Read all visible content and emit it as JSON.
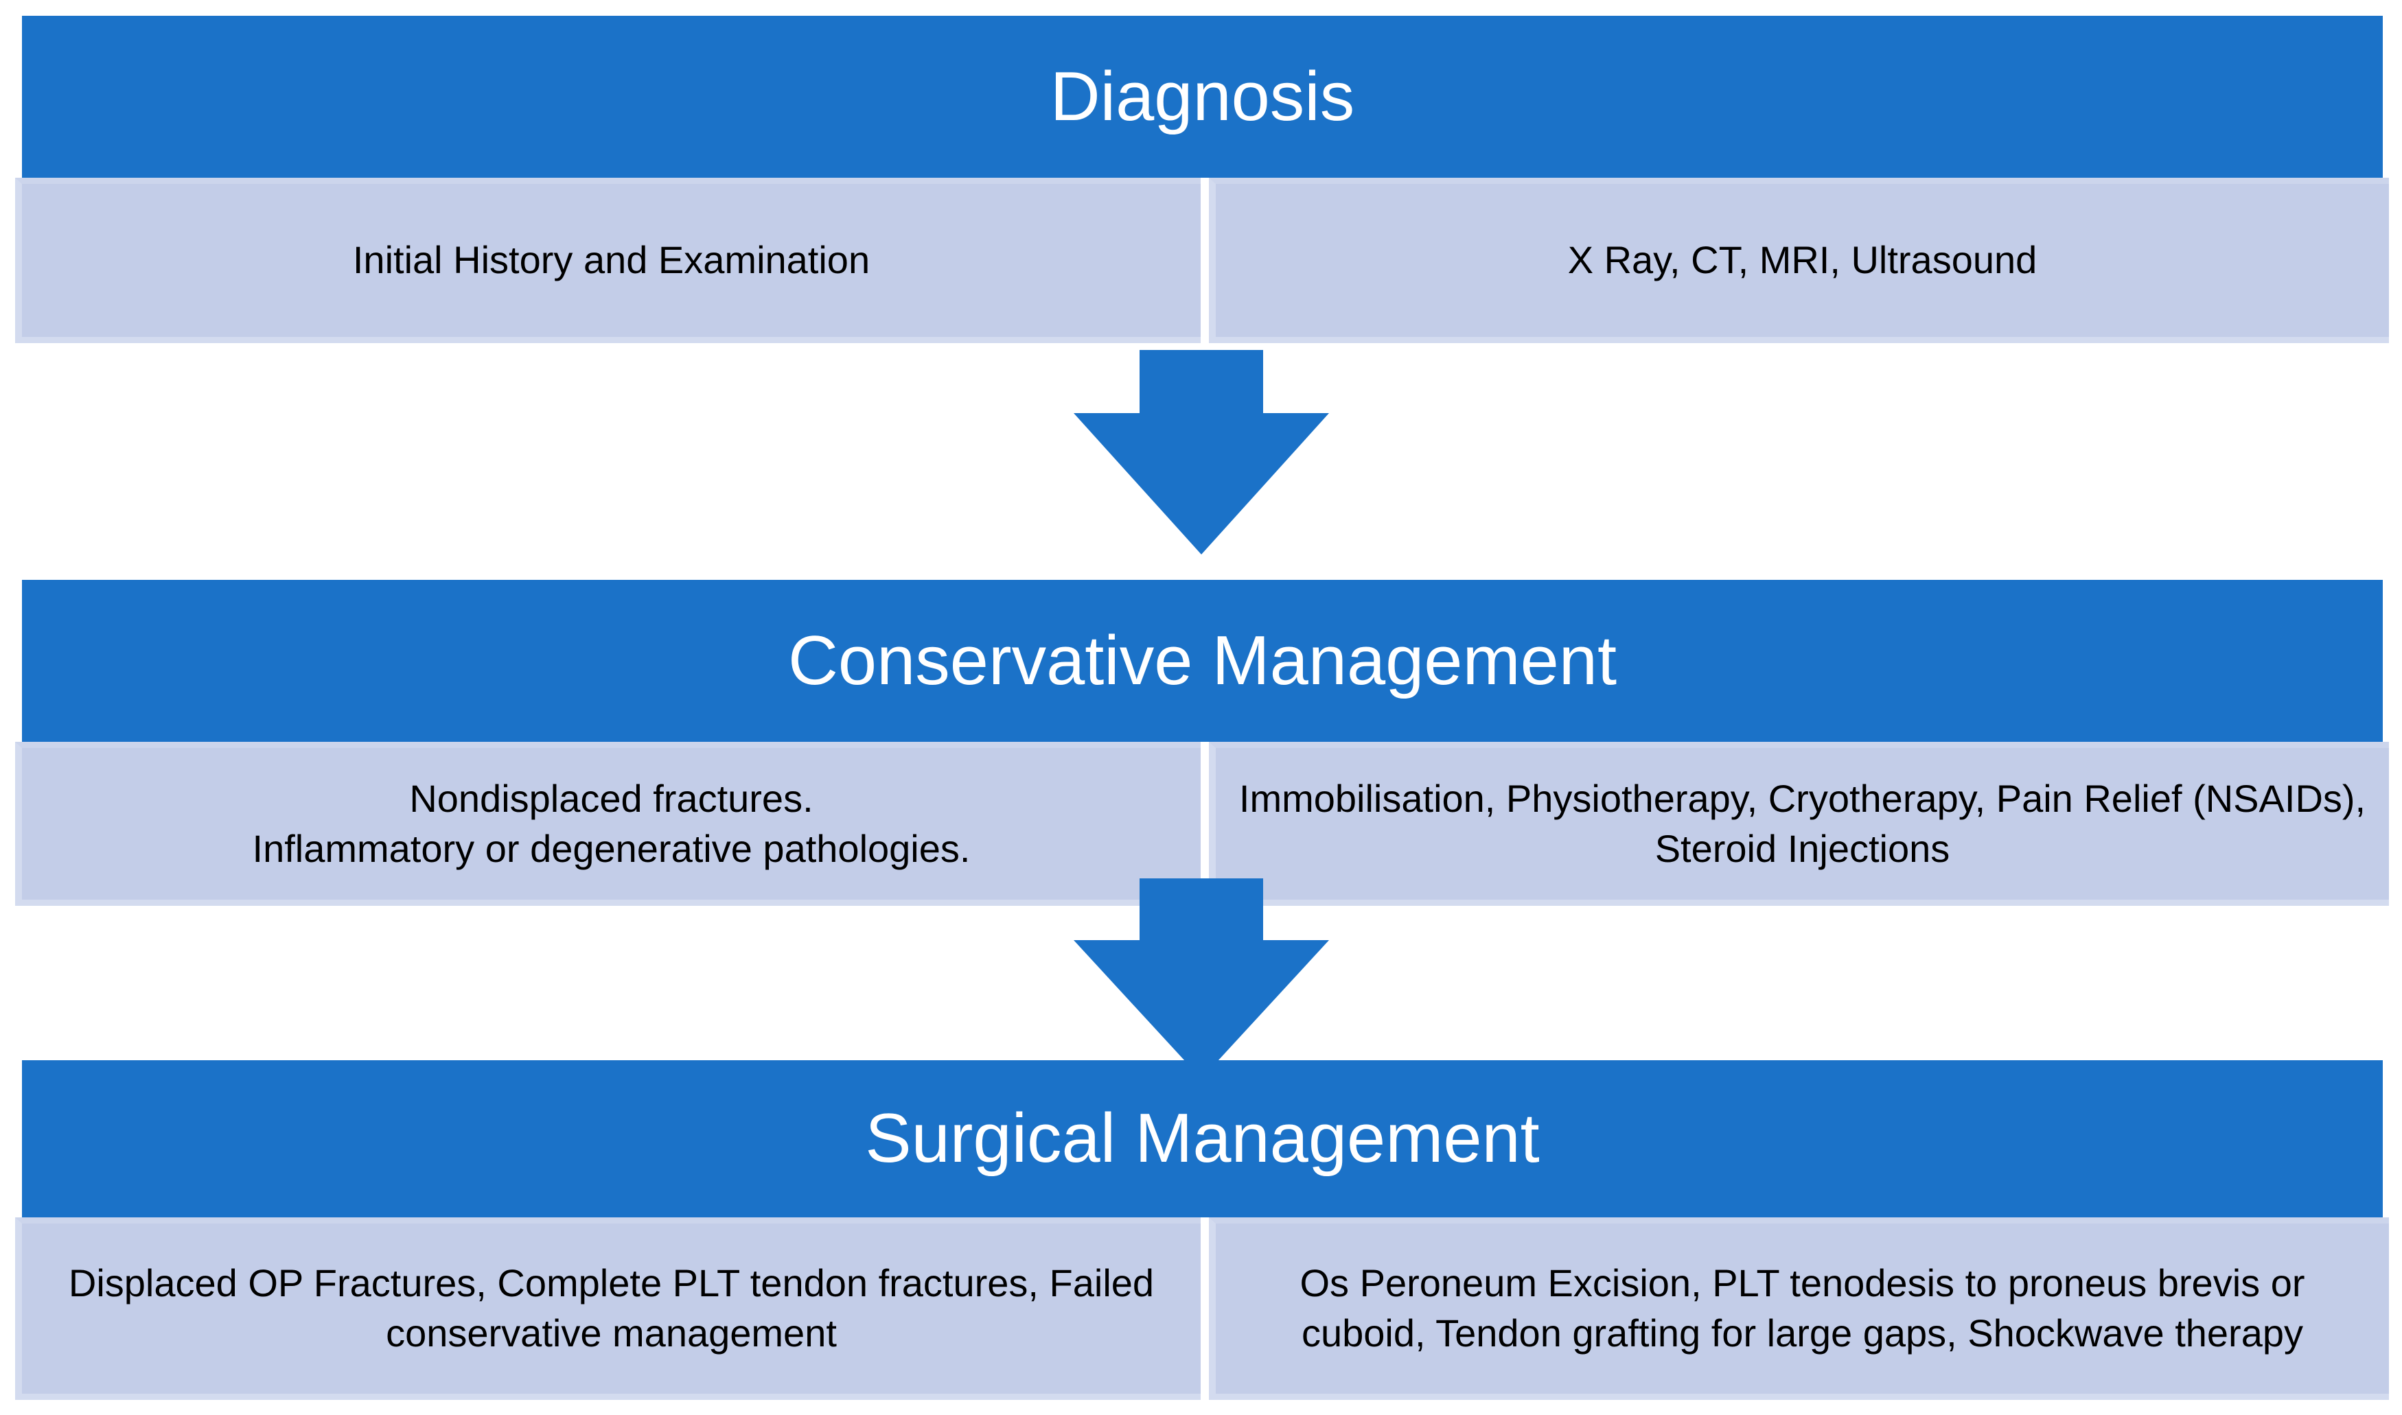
{
  "diagram": {
    "type": "flowchart",
    "orientation": "vertical",
    "colors": {
      "header_blue": "#1B72C8",
      "body_light_blue": "#C3CDE8",
      "header_text": "#FFFFFF",
      "body_text": "#000000",
      "arrow_blue": "#1B72C8",
      "page_background": "#FFFFFF"
    },
    "sections": [
      {
        "id": "diagnosis",
        "title": "Diagnosis",
        "left_cell": "Initial History and Examination",
        "right_cell": "X Ray, CT, MRI, Ultrasound"
      },
      {
        "id": "conservative-management",
        "title": "Conservative Management",
        "left_cell": "Nondisplaced fractures.\nInflammatory or degenerative pathologies.",
        "right_cell": "Immobilisation, Physiotherapy, Cryotherapy, Pain Relief (NSAIDs), Steroid Injections"
      },
      {
        "id": "surgical-management",
        "title": "Surgical Management",
        "left_cell": "Displaced OP Fractures, Complete PLT tendon fractures, Failed conservative management",
        "right_cell": "Os Peroneum Excision, PLT tenodesis to proneus brevis or cuboid, Tendon grafting for large gaps, Shockwave therapy"
      }
    ],
    "arrows": [
      {
        "id": "arrow-diagnosis-to-conservative",
        "direction": "down",
        "from": "diagnosis",
        "to": "conservative-management"
      },
      {
        "id": "arrow-conservative-to-surgical",
        "direction": "down",
        "from": "conservative-management",
        "to": "surgical-management"
      }
    ]
  }
}
